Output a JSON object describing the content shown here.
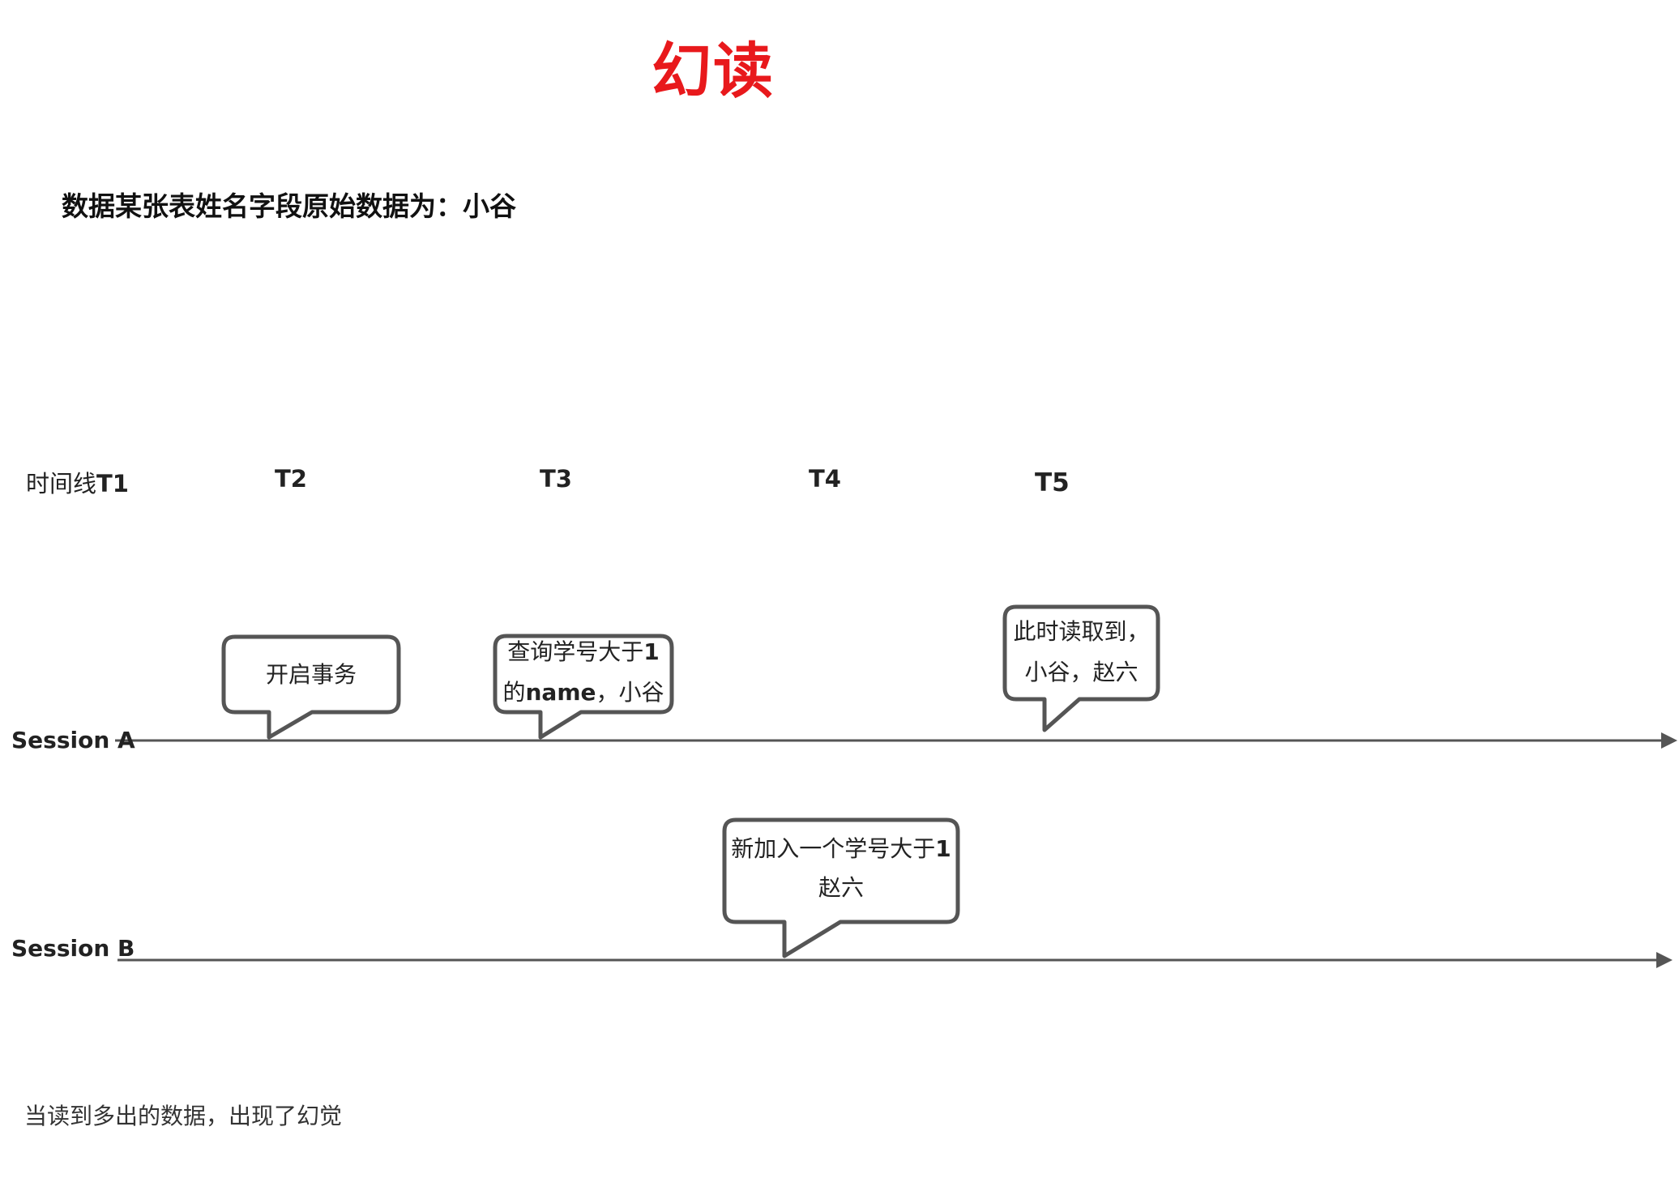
{
  "title": "幻读",
  "subtitle": "数据某张表姓名字段原始数据为：小谷",
  "timeline": {
    "t1_prefix": "时间线",
    "t1": "T1",
    "t2": "T2",
    "t3": "T3",
    "t4": "T4",
    "t5": "T5"
  },
  "sessions": {
    "a": "Session A",
    "b": "Session B"
  },
  "bubbles": {
    "start_tx": "开启事务",
    "query_line1_a": "查询学号大于",
    "query_line1_b": "1",
    "query_line2_a": "的",
    "query_line2_b": "name",
    "query_line2_c": "，小谷",
    "insert_line1_a": "新加入一个学号大于",
    "insert_line1_b": "1",
    "insert_line2": "赵六",
    "read_line1": "此时读取到，",
    "read_line2": "小谷，赵六"
  },
  "footnote": "当读到多出的数据，出现了幻觉",
  "colors": {
    "title": "#e8191c",
    "line": "#555555",
    "bubble_border": "#555555"
  }
}
